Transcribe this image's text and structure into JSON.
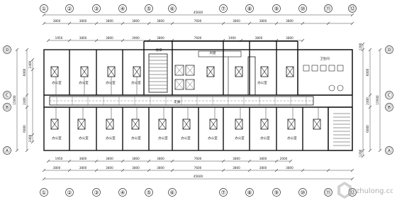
{
  "axes": {
    "top": [
      "①",
      "②",
      "③",
      "④",
      "⑤",
      "⑥",
      "⑦",
      "⑧",
      "⑨",
      "⑩",
      "⑪",
      "⑫"
    ],
    "bottom": [
      "①",
      "②",
      "③",
      "④",
      "⑤",
      "⑥",
      "⑦",
      "⑧",
      "⑨",
      "⑩",
      "⑪",
      "⑫"
    ],
    "left": [
      "Ⓓ",
      "Ⓒ",
      "Ⓑ",
      "Ⓐ"
    ],
    "right": [
      "Ⓓ",
      "Ⓒ",
      "Ⓑ",
      "Ⓐ"
    ]
  },
  "dimensions": {
    "overall_top": "45600",
    "overall_bottom": "45600",
    "top_row1": [
      "3800",
      "3800",
      "3800",
      "3800",
      "3800",
      "7600",
      "3800",
      "3800",
      "3800"
    ],
    "top_row2": [
      "1950",
      "3800",
      "3800",
      "3900",
      "3800",
      "7600",
      "1900",
      "3800",
      "3800"
    ],
    "bottom_row1": [
      "1950",
      "3800",
      "3800",
      "3800",
      "3800",
      "7600",
      "3800",
      "3800",
      "2000"
    ],
    "bottom_row2": [
      "3800",
      "3800",
      "3800",
      "3800",
      "3800",
      "7600",
      "3800",
      "3800",
      "3800"
    ],
    "left": [
      "6000",
      "2400",
      "6000"
    ],
    "right": [
      "6000",
      "2400",
      "6000"
    ],
    "left_total": "15000",
    "right_total": "15600",
    "left_small": [
      "2400",
      "2400"
    ],
    "right_small": [
      "1200",
      "1200"
    ]
  },
  "room_labels": {
    "upper": [
      "办公室",
      "办公室",
      "办公室",
      "办公室",
      "办公室"
    ],
    "lower": [
      "办公室",
      "办公室",
      "办公室",
      "办公室",
      "办公室",
      "办公室",
      "办公室",
      "办公室",
      "办公室",
      "办公室"
    ],
    "corridor": "走廊",
    "stair": "楼梯",
    "toilet": "卫生间",
    "duct_note": "风管"
  },
  "watermark": {
    "site": "zhulong.com"
  }
}
